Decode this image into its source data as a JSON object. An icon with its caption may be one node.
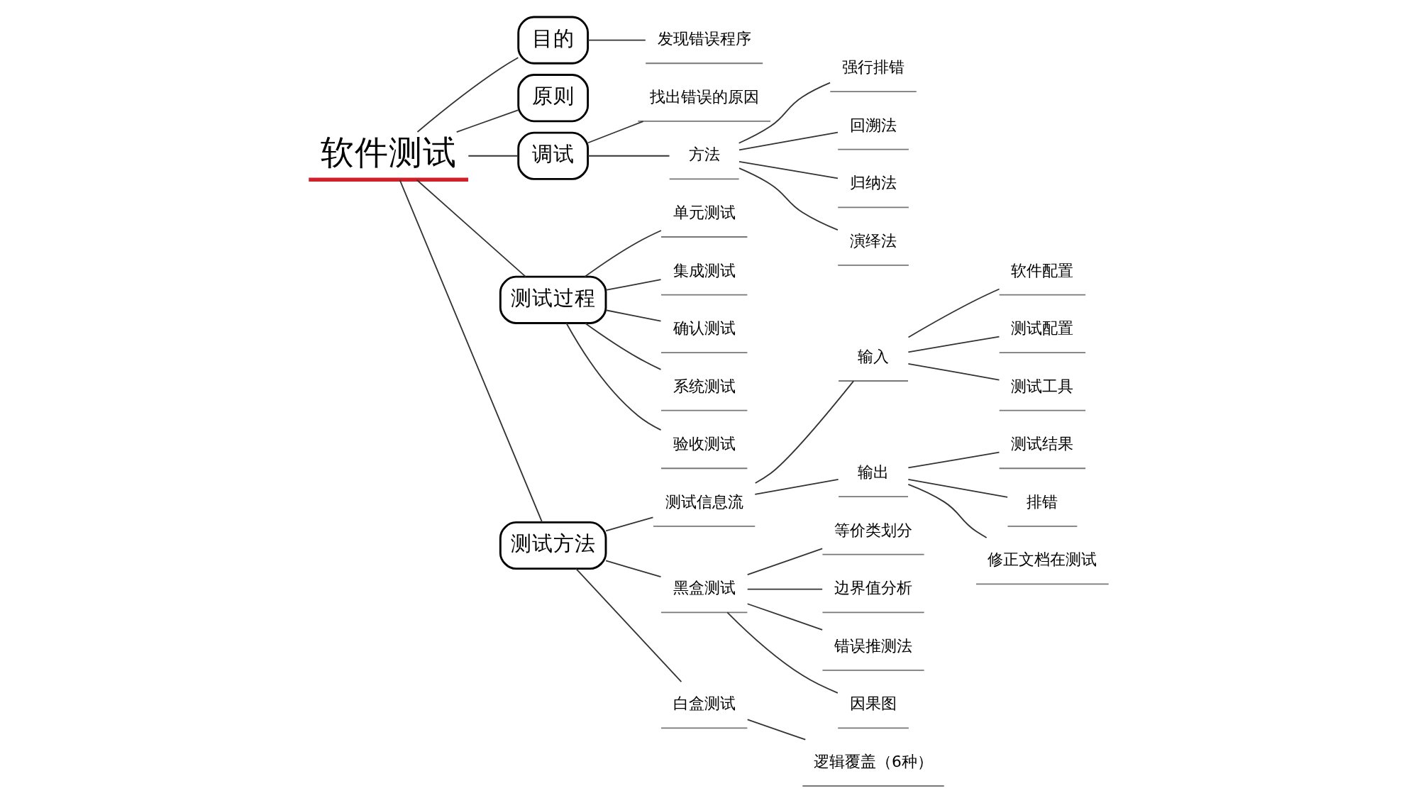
{
  "diagram": {
    "nodes": [
      {
        "text": [
          "软件测试"
        ]
      },
      {
        "text": [
          "目的"
        ]
      },
      {
        "text": [
          "发现错误程序"
        ]
      },
      {
        "text": [
          "原则"
        ]
      },
      {
        "text": [
          "调试"
        ]
      },
      {
        "text": [
          "找出错误的原因"
        ]
      },
      {
        "text": [
          "方法"
        ]
      },
      {
        "text": [
          "强行排错"
        ]
      },
      {
        "text": [
          "回溯法"
        ]
      },
      {
        "text": [
          "归纳法"
        ]
      },
      {
        "text": [
          "演绎法"
        ]
      },
      {
        "text": [
          "测试过程"
        ]
      },
      {
        "text": [
          "单元测试"
        ]
      },
      {
        "text": [
          "集成测试"
        ]
      },
      {
        "text": [
          "确认测试"
        ]
      },
      {
        "text": [
          "系统测试"
        ]
      },
      {
        "text": [
          "验收测试"
        ]
      },
      {
        "text": [
          "测试方法"
        ]
      },
      {
        "text": [
          "测试信息流"
        ]
      },
      {
        "text": [
          "输入"
        ]
      },
      {
        "text": [
          "软件配置"
        ]
      },
      {
        "text": [
          "测试配置"
        ]
      },
      {
        "text": [
          "测试工具"
        ]
      },
      {
        "text": [
          "输出"
        ]
      },
      {
        "text": [
          "测试结果"
        ]
      },
      {
        "text": [
          "排错"
        ]
      },
      {
        "text": [
          "修正文档在测试"
        ]
      },
      {
        "text": [
          "黑盒测试"
        ]
      },
      {
        "text": [
          "等价类划分"
        ]
      },
      {
        "text": [
          "边界值分析"
        ]
      },
      {
        "text": [
          "错误推测法"
        ]
      },
      {
        "text": [
          "因果图"
        ]
      },
      {
        "text": [
          "白盒测试"
        ]
      },
      {
        "text": [
          "逻辑覆盖（6种）"
        ]
      }
    ],
    "edges": [
      {
        "from": 0,
        "to": 1,
        "arrow": "none"
      },
      {
        "from": 1,
        "to": 2,
        "arrow": "none"
      },
      {
        "from": 0,
        "to": 3,
        "arrow": "none"
      },
      {
        "from": 0,
        "to": 4,
        "arrow": "none"
      },
      {
        "from": 4,
        "to": 5,
        "arrow": "none"
      },
      {
        "from": 4,
        "to": 6,
        "arrow": "none"
      },
      {
        "from": 6,
        "to": 7,
        "arrow": "none"
      },
      {
        "from": 6,
        "to": 8,
        "arrow": "none"
      },
      {
        "from": 6,
        "to": 9,
        "arrow": "none"
      },
      {
        "from": 6,
        "to": 10,
        "arrow": "none"
      },
      {
        "from": 0,
        "to": 11,
        "arrow": "none"
      },
      {
        "from": 11,
        "to": 12,
        "arrow": "none"
      },
      {
        "from": 11,
        "to": 13,
        "arrow": "none"
      },
      {
        "from": 11,
        "to": 14,
        "arrow": "none"
      },
      {
        "from": 11,
        "to": 15,
        "arrow": "none"
      },
      {
        "from": 11,
        "to": 16,
        "arrow": "none"
      },
      {
        "from": 0,
        "to": 17,
        "arrow": "none"
      },
      {
        "from": 17,
        "to": 18,
        "arrow": "none"
      },
      {
        "from": 18,
        "to": 19,
        "arrow": "none"
      },
      {
        "from": 19,
        "to": 20,
        "arrow": "none"
      },
      {
        "from": 19,
        "to": 21,
        "arrow": "none"
      },
      {
        "from": 19,
        "to": 22,
        "arrow": "none"
      },
      {
        "from": 18,
        "to": 23,
        "arrow": "none"
      },
      {
        "from": 23,
        "to": 24,
        "arrow": "none"
      },
      {
        "from": 23,
        "to": 25,
        "arrow": "none"
      },
      {
        "from": 23,
        "to": 26,
        "arrow": "none"
      },
      {
        "from": 17,
        "to": 27,
        "arrow": "none"
      },
      {
        "from": 27,
        "to": 28,
        "arrow": "none"
      },
      {
        "from": 27,
        "to": 29,
        "arrow": "none"
      },
      {
        "from": 27,
        "to": 30,
        "arrow": "none"
      },
      {
        "from": 27,
        "to": 31,
        "arrow": "none"
      },
      {
        "from": 17,
        "to": 32,
        "arrow": "none"
      },
      {
        "from": 32,
        "to": 33,
        "arrow": "none"
      }
    ]
  }
}
